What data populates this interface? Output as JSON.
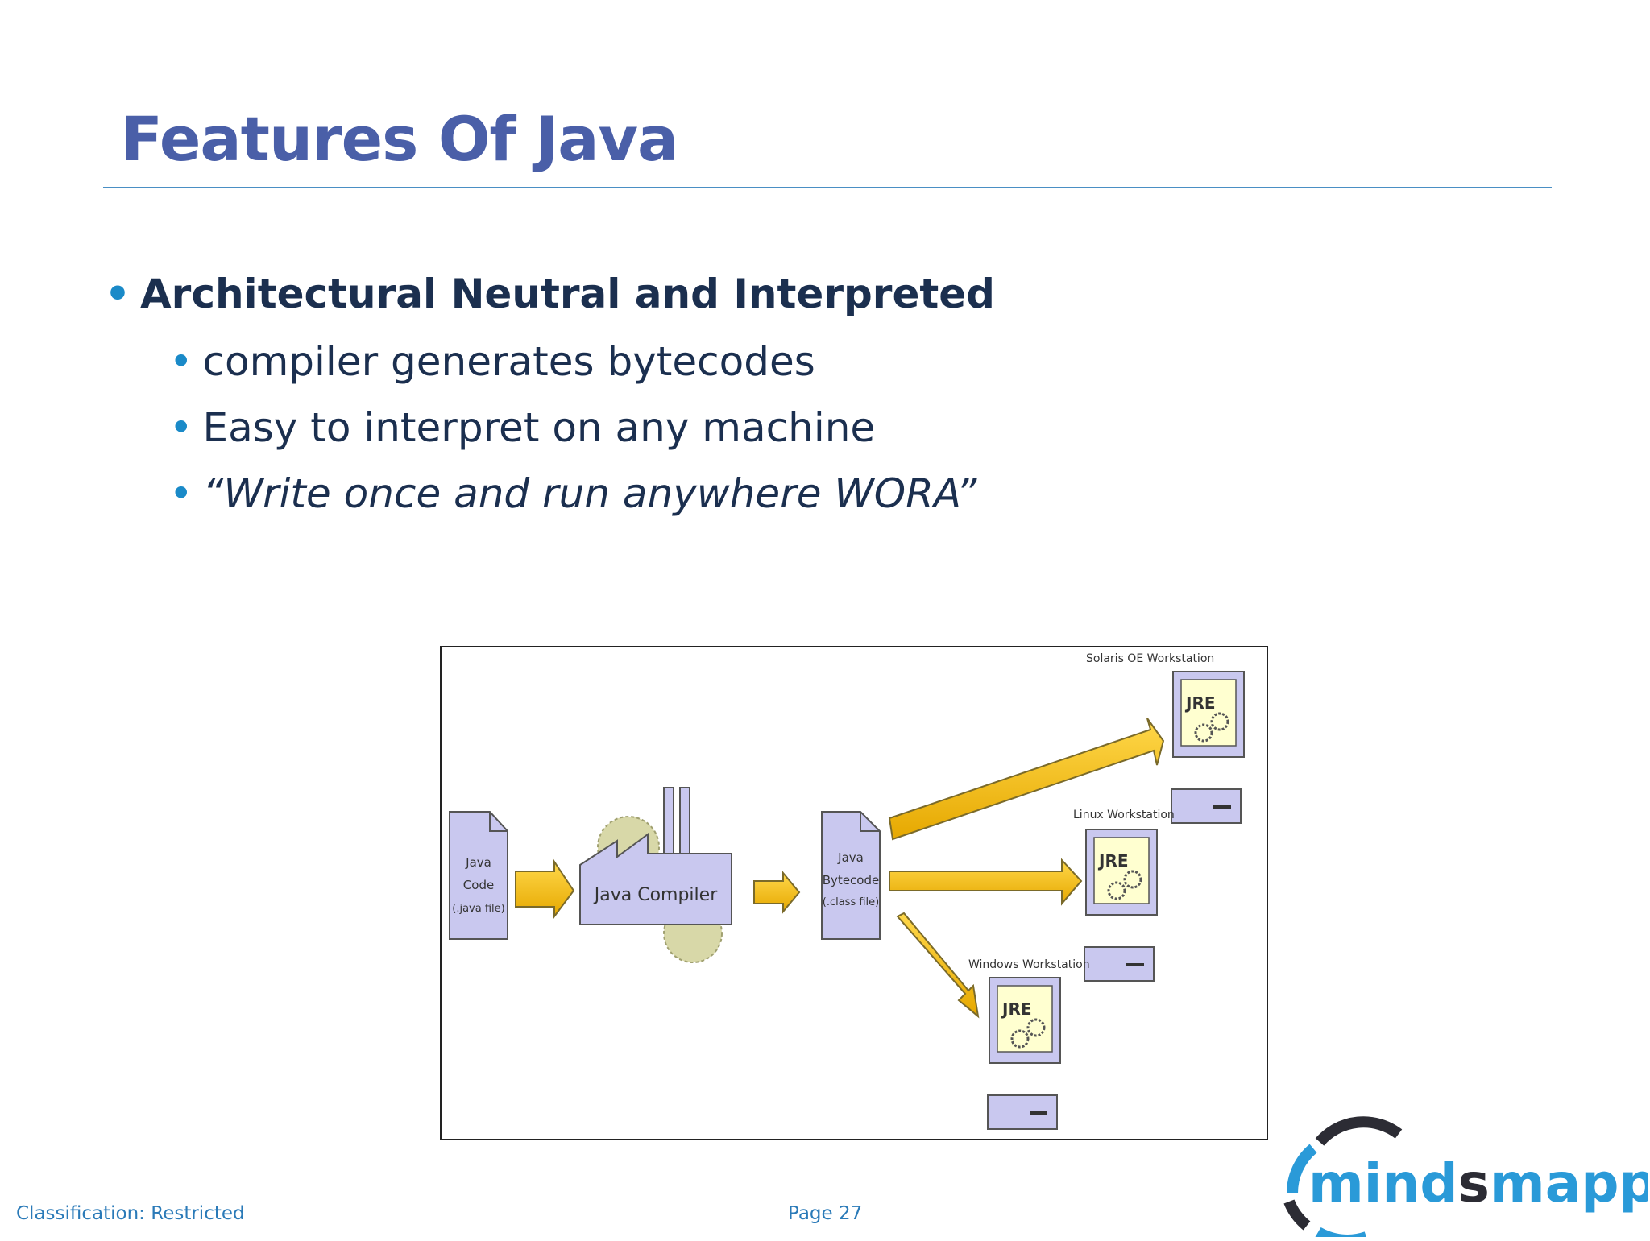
{
  "slide": {
    "title": "Features Of Java",
    "bullet_main": "Architectural Neutral and Interpreted",
    "sub_bullets": [
      "compiler generates bytecodes",
      "Easy to interpret on any machine",
      "“Write once and run anywhere WORA”"
    ]
  },
  "diagram": {
    "java_code_lines": [
      "Java",
      "Code",
      "(.java file)"
    ],
    "compiler_label": "Java Compiler",
    "bytecode_lines": [
      "Java",
      "Bytecode",
      "(.class file)"
    ],
    "workstations": [
      {
        "name": "Solaris OE Workstation",
        "runtime": "JRE"
      },
      {
        "name": "Linux Workstation",
        "runtime": "JRE"
      },
      {
        "name": "Windows Workstation",
        "runtime": "JRE"
      }
    ]
  },
  "footer": {
    "classification": "Classification: Restricted",
    "page": "Page 27"
  },
  "logo": {
    "text_part1": "mind",
    "text_part2": "s",
    "text_part3": "mapped",
    "colors": {
      "ring_dark": "#2c2c34",
      "ring_blue": "#2a9ad8",
      "text_blue": "#2a9ad8",
      "text_dark": "#2c2c34"
    }
  }
}
